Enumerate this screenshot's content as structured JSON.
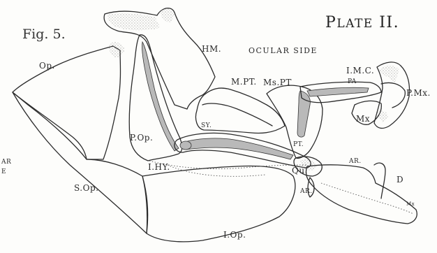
{
  "header": {
    "plate_first": "P",
    "plate_rest": "LATE",
    "plate_num": "II.",
    "figure": "Fig. 5."
  },
  "side_label": "OCULAR SIDE",
  "bone_labels": {
    "hm": "HM.",
    "op": "Op.",
    "mpt": "M.PT.",
    "mspt": "Ms.PT",
    "imc": "I.M.C.",
    "pa": "PA",
    "pmx": "P.Mx.",
    "mx": "Mx",
    "sy": "SY.",
    "pop": "P.Op.",
    "ihy": "I.HY.",
    "pt": "PT.",
    "qu": "Qu.",
    "ar_top": "AR.",
    "ar_bottom": "AR.",
    "d": "D",
    "sop": "S.Op.",
    "iop": "I.Op.",
    "edge_ar": "AR",
    "edge_e": "E",
    "mx_small": "Mx"
  }
}
